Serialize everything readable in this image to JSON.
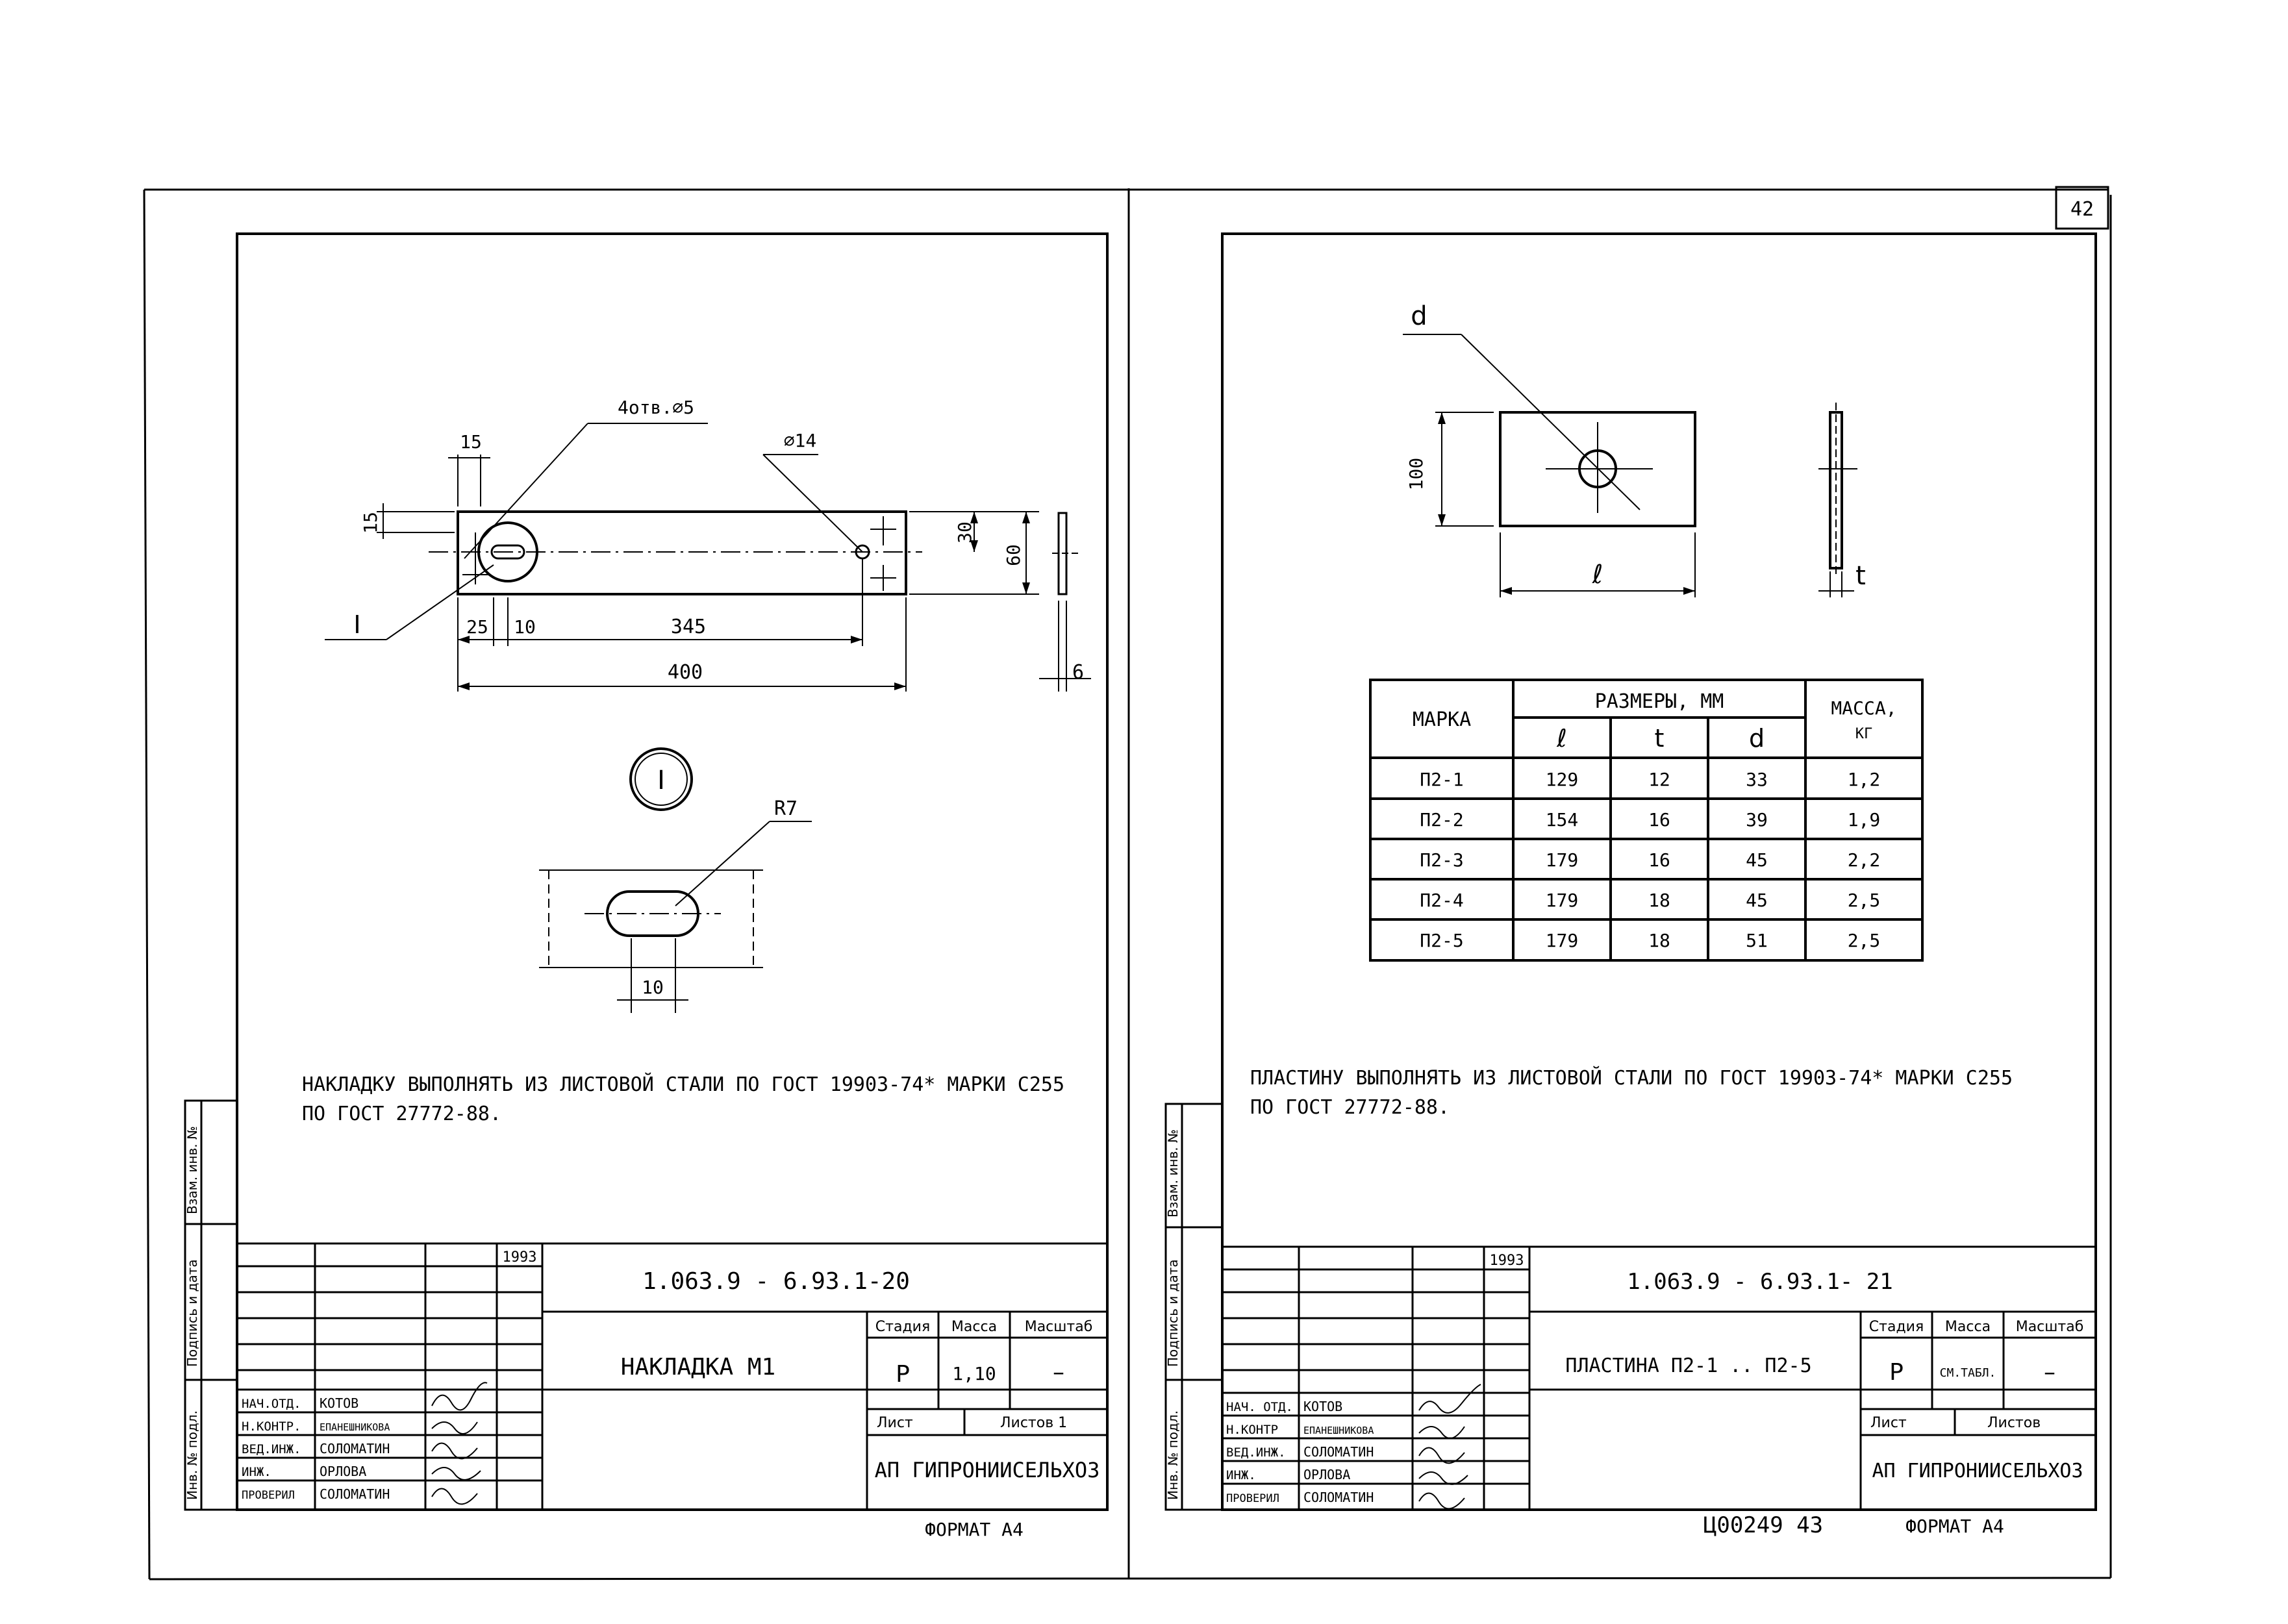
{
  "sheet_number": "42",
  "left_sheet": {
    "callout_holes": "4отв.⌀5",
    "callout_dia": "⌀14",
    "dim_15_top": "15",
    "dim_15_left": "15",
    "dim_30": "30",
    "dim_60": "60",
    "dim_25": "25",
    "dim_10": "10",
    "dim_345": "345",
    "dim_400": "400",
    "dim_6": "6",
    "section_label": "I",
    "detail_label": "I",
    "detail_radius": "R7",
    "detail_dim_10": "10",
    "note_line1": "НАКЛАДКУ ВЫПОЛНЯТЬ ИЗ ЛИСТОВОЙ СТАЛИ ПО ГОСТ 19903-74* МАРКИ С255",
    "note_line2": "ПО ГОСТ 27772-88.",
    "side_labels": [
      "Инв. № подл.",
      "Подпись и дата",
      "Взам. инв. №"
    ],
    "title_block": {
      "year": "1993",
      "code": "1.063.9 - 6.93.1-20",
      "name": "НАКЛАДКА М1",
      "stage_header": "Стадия",
      "mass_header": "Масса",
      "scale_header": "Масштаб",
      "stage": "Р",
      "mass": "1,10",
      "scale": "–",
      "sheet_label": "Лист",
      "sheets_label": "Листов 1",
      "org": "АП ГИПРОНИИСЕЛЬХОЗ",
      "roles": [
        "НАЧ.ОТД.",
        "Н.КОНТР.",
        "ВЕД.ИНЖ.",
        "ИНЖ.",
        "ПРОВЕРИЛ"
      ],
      "names": [
        "КОТОВ",
        "ЕПАНЕШНИКОВА",
        "СОЛОМАТИН",
        "ОРЛОВА",
        "СОЛОМАТИН"
      ]
    },
    "format": "ФОРМАТ А4"
  },
  "right_sheet": {
    "label_d": "d",
    "label_100": "100",
    "label_l": "ℓ",
    "label_t": "t",
    "table": {
      "col_mark": "МАРКА",
      "col_sizes": "РАЗМЕРЫ, ММ",
      "col_mass_l1": "МАССА,",
      "col_mass_l2": "КГ",
      "sub_l": "ℓ",
      "sub_t": "t",
      "sub_d": "d",
      "rows": [
        {
          "mark": "П2-1",
          "l": "129",
          "t": "12",
          "d": "33",
          "mass": "1,2"
        },
        {
          "mark": "П2-2",
          "l": "154",
          "t": "16",
          "d": "39",
          "mass": "1,9"
        },
        {
          "mark": "П2-3",
          "l": "179",
          "t": "16",
          "d": "45",
          "mass": "2,2"
        },
        {
          "mark": "П2-4",
          "l": "179",
          "t": "18",
          "d": "45",
          "mass": "2,5"
        },
        {
          "mark": "П2-5",
          "l": "179",
          "t": "18",
          "d": "51",
          "mass": "2,5"
        }
      ]
    },
    "note_line1": "ПЛАСТИНУ ВЫПОЛНЯТЬ ИЗ ЛИСТОВОЙ СТАЛИ ПО ГОСТ 19903-74* МАРКИ С255",
    "note_line2": "ПО ГОСТ 27772-88.",
    "side_labels": [
      "Инв. № подл.",
      "Подпись и дата",
      "Взам. инв. №"
    ],
    "title_block": {
      "year": "1993",
      "code": "1.063.9 - 6.93.1- 21",
      "name": "ПЛАСТИНА П2-1 .. П2-5",
      "stage_header": "Стадия",
      "mass_header": "Масса",
      "scale_header": "Масштаб",
      "stage": "Р",
      "mass": "СМ.ТАБЛ.",
      "scale": "–",
      "sheet_label": "Лист",
      "sheets_label": "Листов",
      "org": "АП ГИПРОНИИСЕЛЬХОЗ",
      "roles": [
        "НАЧ. ОТД.",
        "Н.КОНТР",
        "ВЕД.ИНЖ.",
        "ИНЖ.",
        "ПРОВЕРИЛ"
      ],
      "names": [
        "КОТОВ",
        "ЕПАНЕШНИКОВА",
        "СОЛОМАТИН",
        "ОРЛОВА",
        "СОЛОМАТИН"
      ]
    },
    "archive_number": "Ц00249  43",
    "format": "ФОРМАТ А4"
  }
}
